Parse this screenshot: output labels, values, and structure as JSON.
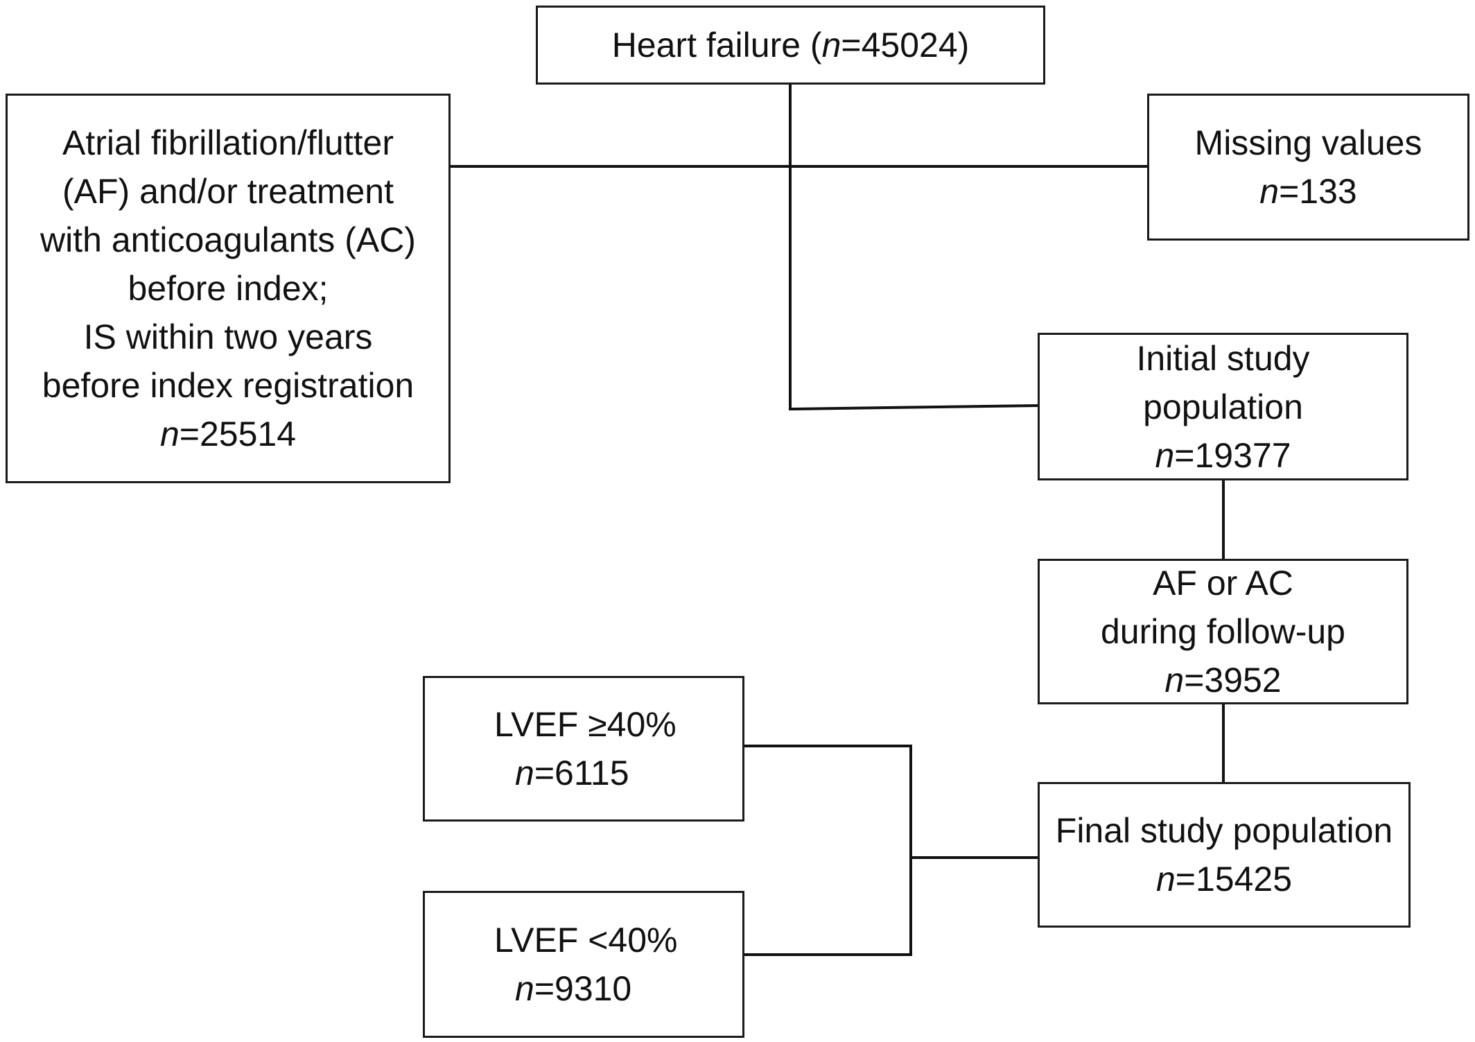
{
  "boxes": {
    "heart_failure": {
      "label": "Heart failure (",
      "n_prefix": "n",
      "n_value": "=45024)"
    },
    "excluded_af": {
      "lines": [
        "Atrial fibrillation/flutter",
        "(AF) and/or treatment",
        "with anticoagulants (AC)",
        "before index;",
        "IS within two years",
        "before index registration"
      ],
      "n_prefix": "n",
      "n_value": "=25514"
    },
    "missing_values": {
      "lines": [
        "Missing values"
      ],
      "n_prefix": "n",
      "n_value": "=133"
    },
    "initial_population": {
      "lines": [
        "Initial study",
        "population"
      ],
      "n_prefix": "n",
      "n_value": "=19377"
    },
    "af_ac_followup": {
      "lines": [
        "AF or AC",
        "during follow-up"
      ],
      "n_prefix": "n",
      "n_value": "=3952"
    },
    "final_population": {
      "lines": [
        "Final study population"
      ],
      "n_prefix": "n",
      "n_value": "=15425"
    },
    "lvef_ge40": {
      "lines": [
        "LVEF ≥40%"
      ],
      "n_prefix": "n",
      "n_value": "=6115"
    },
    "lvef_lt40": {
      "lines": [
        "LVEF <40%"
      ],
      "n_prefix": "n",
      "n_value": "=9310"
    }
  }
}
